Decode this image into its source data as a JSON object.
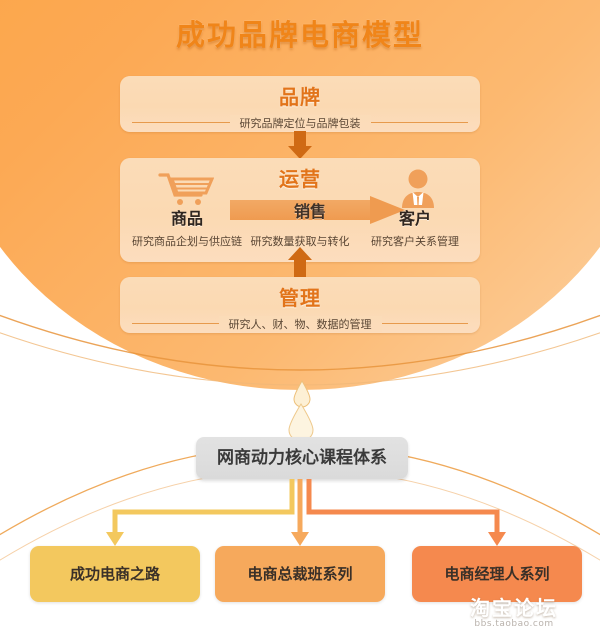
{
  "title": "成功品牌电商模型",
  "model": {
    "brand": {
      "heading": "品牌",
      "subtitle": "研究品牌定位与品牌包装"
    },
    "operations": {
      "heading": "运营",
      "columns": [
        {
          "label": "商品",
          "desc": "研究商品企划与供应链",
          "icon": "shopping-cart-icon"
        },
        {
          "label": "销售",
          "desc": "研究数量获取与转化",
          "icon": "arrow-right-icon"
        },
        {
          "label": "客户",
          "desc": "研究客户关系管理",
          "icon": "person-icon"
        }
      ],
      "flow_label": "销售"
    },
    "management": {
      "heading": "管理",
      "subtitle": "研究人、财、物、数据的管理"
    }
  },
  "course_system": {
    "label": "网商动力核心课程体系"
  },
  "course_boxes": [
    {
      "label": "成功电商之路",
      "color": "#f3c85e"
    },
    {
      "label": "电商总裁班系列",
      "color": "#f6a95c"
    },
    {
      "label": "电商经理人系列",
      "color": "#f5894e"
    }
  ],
  "watermark": {
    "name": "淘宝论坛",
    "url": "bbs.taobao.com"
  },
  "colors": {
    "background_start": "#fba440",
    "background_end": "#fbd3a6",
    "title": "#f08519",
    "box_fill": "#fbdcb8",
    "box_heading": "#e2741a",
    "arrow": "#cf6a14",
    "connector_left": "#f3c85e",
    "connector_mid": "#f6a95c",
    "connector_right": "#f5894e"
  }
}
